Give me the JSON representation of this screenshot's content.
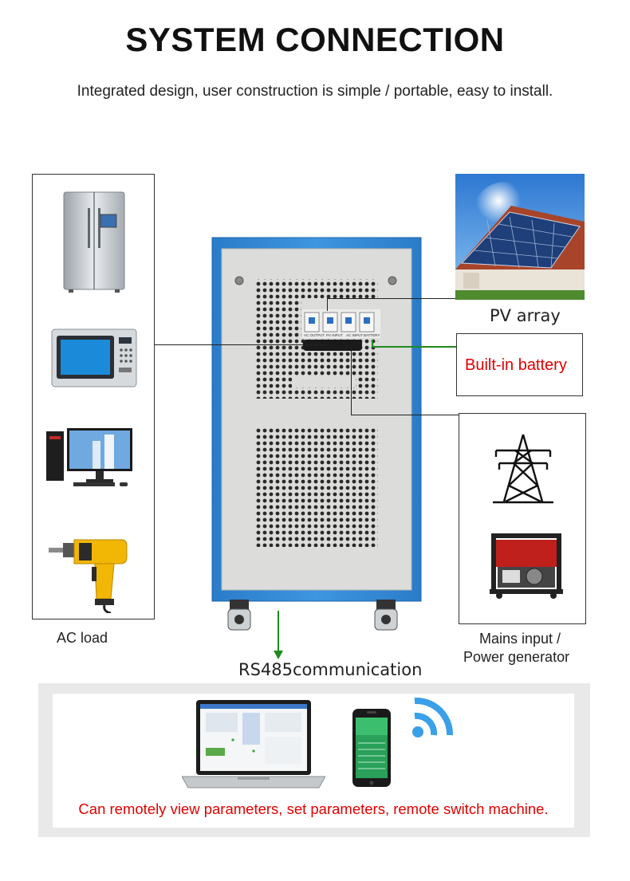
{
  "header": {
    "title": "SYSTEM CONNECTION",
    "subtitle": "Integrated design, user construction is simple / portable, easy to install."
  },
  "labels": {
    "ac_load": "AC load",
    "pv_array": "PV array",
    "built_in_battery": "Built-in battery",
    "mains_line1": "Mains input /",
    "mains_line2": "Power generator",
    "rs485": "RS485communication"
  },
  "breaker_labels": [
    "AC OUTPUT",
    "PV INPUT",
    "AC INPUT",
    "BATTERY"
  ],
  "remote": {
    "text": "Can remotely view parameters, set parameters, remote switch machine."
  },
  "colors": {
    "cabinet_blue": "#2f86d6",
    "accent_red": "#e00000",
    "link_green": "#1f8a1f"
  },
  "icons": {
    "ac_load": [
      "refrigerator-icon",
      "microwave-icon",
      "desktop-computer-icon",
      "power-drill-icon"
    ],
    "mains": [
      "power-tower-icon",
      "generator-icon"
    ],
    "remote": [
      "laptop-icon",
      "smartphone-icon",
      "wifi-icon"
    ]
  }
}
